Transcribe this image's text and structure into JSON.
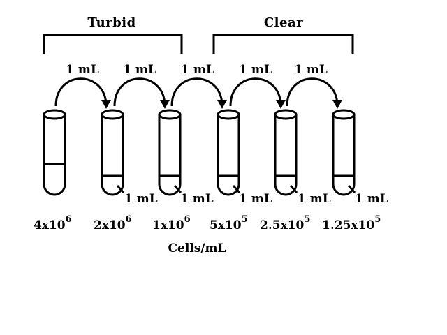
{
  "groups": [
    {
      "label": "Turbid"
    },
    {
      "label": "Clear"
    }
  ],
  "transfer_volume": "1 mL",
  "transfers": [
    "1 mL",
    "1 mL",
    "1 mL",
    "1 mL",
    "1 mL"
  ],
  "removed": [
    "1 mL",
    "1 mL",
    "1 mL",
    "1 mL",
    "1 mL"
  ],
  "tubes": [
    {
      "base": "4x10",
      "exp": "6"
    },
    {
      "base": "2x10",
      "exp": "6"
    },
    {
      "base": "1x10",
      "exp": "6"
    },
    {
      "base": "5x10",
      "exp": "5"
    },
    {
      "base": "2.5x10",
      "exp": "5"
    },
    {
      "base": "1.25x10",
      "exp": "5"
    }
  ],
  "unit_label": "Cells/mL"
}
